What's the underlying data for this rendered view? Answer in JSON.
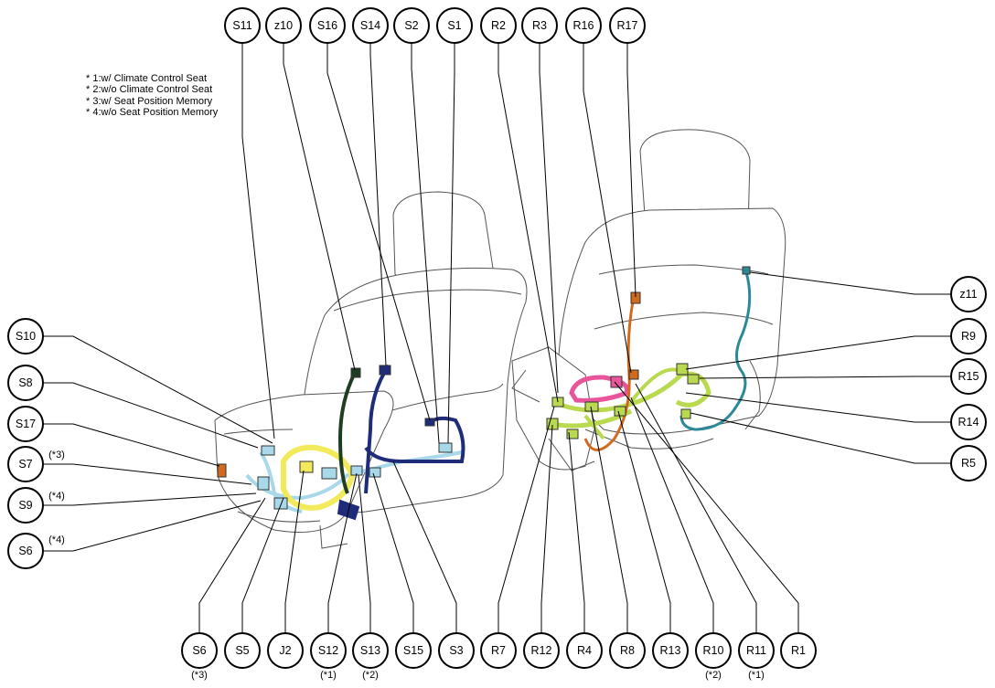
{
  "legend": [
    "* 1:w/ Climate Control Seat",
    "* 2:w/o Climate Control Seat",
    "* 3:w/ Seat Position Memory",
    "* 4:w/o Seat Position Memory"
  ],
  "colors": {
    "light_blue_harness": "#a8d8ea",
    "yellow_harness": "#f2ea5a",
    "navy_harness": "#1f2c7a",
    "dark_green_harness": "#1e3d22",
    "yellow_green_harness": "#b9d94e",
    "pink_harness": "#e8559a",
    "orange_harness": "#d06a1e",
    "teal_harness": "#2b8a96"
  },
  "top_labels": [
    "S11",
    "z10",
    "S16",
    "S14",
    "S2",
    "S1",
    "R2",
    "R3",
    "R16",
    "R17"
  ],
  "left_labels": [
    {
      "label": "S10",
      "note": ""
    },
    {
      "label": "S8",
      "note": ""
    },
    {
      "label": "S17",
      "note": ""
    },
    {
      "label": "S7",
      "note": "(*3)"
    },
    {
      "label": "S9",
      "note": "(*4)"
    },
    {
      "label": "S6",
      "note": "(*4)"
    }
  ],
  "right_labels": [
    "z11",
    "R9",
    "R15",
    "R14",
    "R5"
  ],
  "bottom_labels": [
    {
      "label": "S6",
      "note": "(*3)"
    },
    {
      "label": "S5",
      "note": ""
    },
    {
      "label": "J2",
      "note": ""
    },
    {
      "label": "S12",
      "note": "(*1)"
    },
    {
      "label": "S13",
      "note": "(*2)"
    },
    {
      "label": "S15",
      "note": ""
    },
    {
      "label": "S3",
      "note": ""
    },
    {
      "label": "R7",
      "note": ""
    },
    {
      "label": "R12",
      "note": ""
    },
    {
      "label": "R4",
      "note": ""
    },
    {
      "label": "R8",
      "note": ""
    },
    {
      "label": "R13",
      "note": ""
    },
    {
      "label": "R10",
      "note": "(*2)"
    },
    {
      "label": "R11",
      "note": "(*1)"
    },
    {
      "label": "R1",
      "note": ""
    }
  ]
}
